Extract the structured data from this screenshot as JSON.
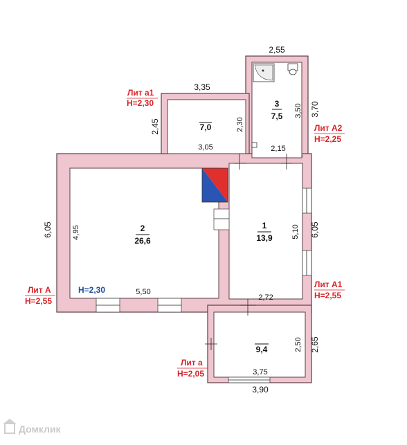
{
  "rooms": {
    "r1": {
      "number": "1",
      "area": "13,9"
    },
    "r2": {
      "number": "2",
      "area": "26,6"
    },
    "r3": {
      "number": "3",
      "area": "7,5"
    },
    "a1": {
      "area": "7,0"
    },
    "a": {
      "area": "9,4"
    }
  },
  "dimensions": {
    "top_a2": "2,55",
    "top_a1": "3,35",
    "left_a1": "2,45",
    "inner_a1_right": "2,30",
    "inner_a1_bottom": "3,05",
    "right_a2_outer": "3,70",
    "inner_a2_right": "3,50",
    "inner_r1_top": "2,15",
    "left_A_outer": "6,05",
    "inner_r2_left": "4,95",
    "inner_r2_bottom": "5,50",
    "inner_r1_right": "5,10",
    "right_A1_outer": "6,05",
    "inner_r1_bottom": "2,72",
    "inner_a_right": "2,50",
    "right_a_outer": "2,65",
    "inner_a_bottom": "3,75",
    "bottom_a_outer": "3,90"
  },
  "labels": {
    "lit_a1": "Лит а1",
    "h_a1": "H=2,30",
    "lit_A2": "Лит А2",
    "h_A2": "H=2,25",
    "lit_A": "Лит А",
    "h_A": "H=2,55",
    "h_r2": "H=2,30",
    "lit_A1": "Лит А1",
    "h_A1": "H=2,55",
    "lit_a": "Лит а",
    "h_a": "H=2,05"
  },
  "brand": {
    "name": "Домклик"
  },
  "colors": {
    "wall": "#efc6cf",
    "label_red": "#d8232a",
    "label_blue": "#1e4f9c",
    "stove_red": "#e0302e",
    "stove_blue": "#2a55b5"
  }
}
